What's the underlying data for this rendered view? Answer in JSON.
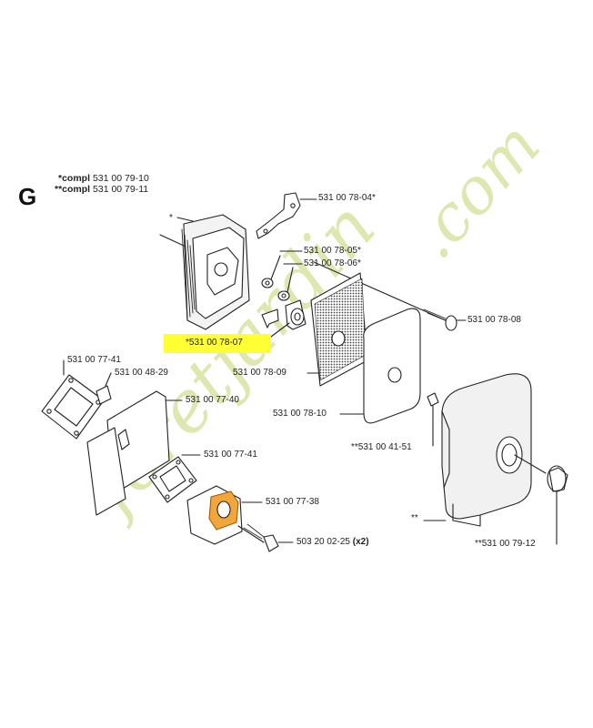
{
  "section_letter": "G",
  "header": {
    "compl1_prefix": "*compl",
    "compl1_number": "531 00 79-10",
    "compl2_prefix": "**compl",
    "compl2_number": "531 00 79-11"
  },
  "highlight_label": "*531 00 78-07",
  "parts": {
    "p_78_04": "531 00 78-04*",
    "p_78_05": "531 00 78-05*",
    "p_78_06": "531 00 78-06*",
    "p_78_08": "531 00 78-08",
    "p_78_09": "531 00 78-09",
    "p_78_10": "531 00 78-10",
    "p_41_51": "**531 00 41-51",
    "p_77_41a": "531 00 77-41",
    "p_48_29": "531 00 48-29",
    "p_77_40": "531 00 77-40",
    "p_77_41b": "531 00 77-41",
    "p_77_38": "531 00 77-38",
    "p_02_25": "503 20 02-25",
    "p_02_25_qty": "(x2)",
    "p_79_12": "**531 00 79-12"
  },
  "markers": {
    "star1": "*",
    "star2": "**"
  },
  "watermark": {
    "text_upper": ".com",
    "text_lower": "foretjardin",
    "color": "#dfe7b0"
  }
}
